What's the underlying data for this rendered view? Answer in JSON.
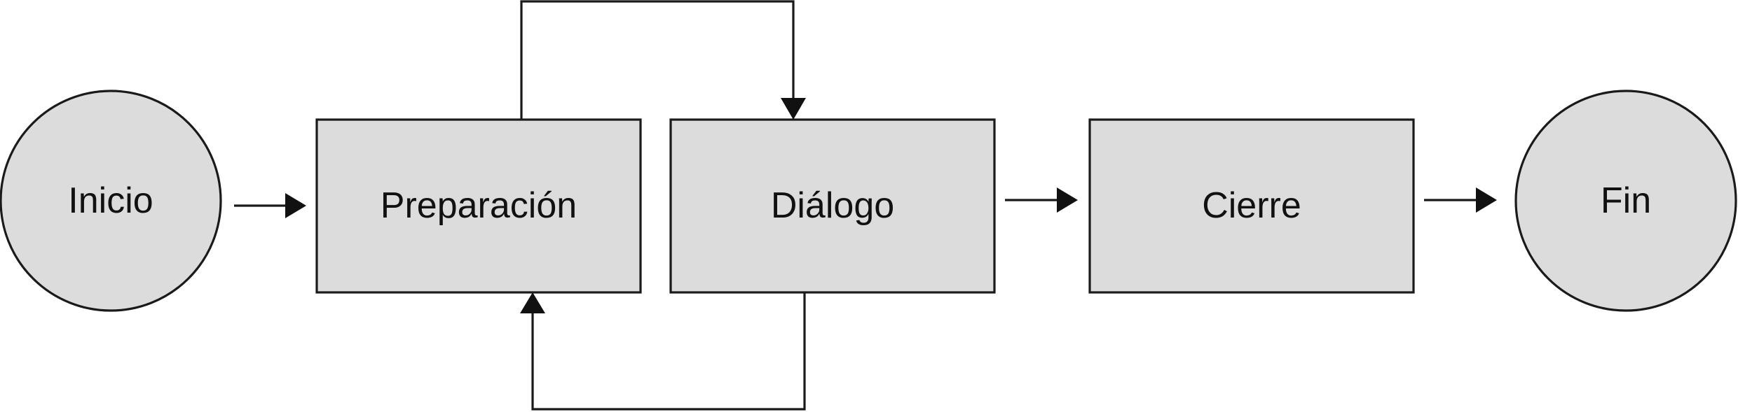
{
  "diagram": {
    "nodes": {
      "start": {
        "label": "Inicio",
        "shape": "circle"
      },
      "preparation": {
        "label": "Preparación",
        "shape": "rectangle"
      },
      "dialogue": {
        "label": "Diálogo",
        "shape": "rectangle"
      },
      "closing": {
        "label": "Cierre",
        "shape": "rectangle"
      },
      "end": {
        "label": "Fin",
        "shape": "circle"
      }
    },
    "edges": [
      {
        "from": "start",
        "to": "preparation"
      },
      {
        "from": "preparation",
        "to": "dialogue",
        "route": "over-top"
      },
      {
        "from": "dialogue",
        "to": "preparation",
        "route": "under-bottom"
      },
      {
        "from": "dialogue",
        "to": "closing"
      },
      {
        "from": "closing",
        "to": "end"
      }
    ],
    "colors": {
      "node_fill": "#dcdcdc",
      "stroke": "#1a1a1a",
      "text": "#111111"
    }
  }
}
